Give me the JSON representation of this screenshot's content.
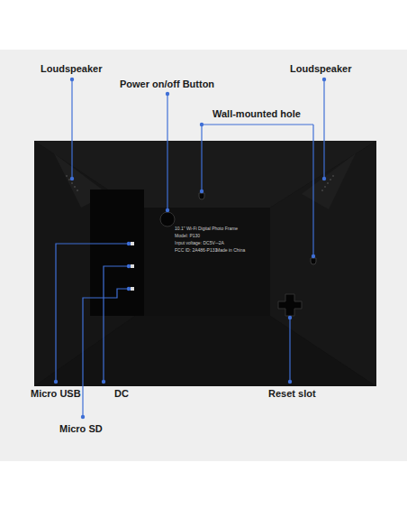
{
  "diagram": {
    "labels": [
      "Loudspeaker",
      "Power on/off Button",
      "Loudspeaker",
      "Wall-mounted hole",
      "10.1\" Wi-Fi Digital Photo Frame",
      "Model: P130",
      "Input voltage: DC5V⎓2A",
      "FCC ID: 2A486-P131",
      "Made in China",
      "Micro USB",
      "DC",
      "Micro SD",
      "Reset slot"
    ]
  }
}
